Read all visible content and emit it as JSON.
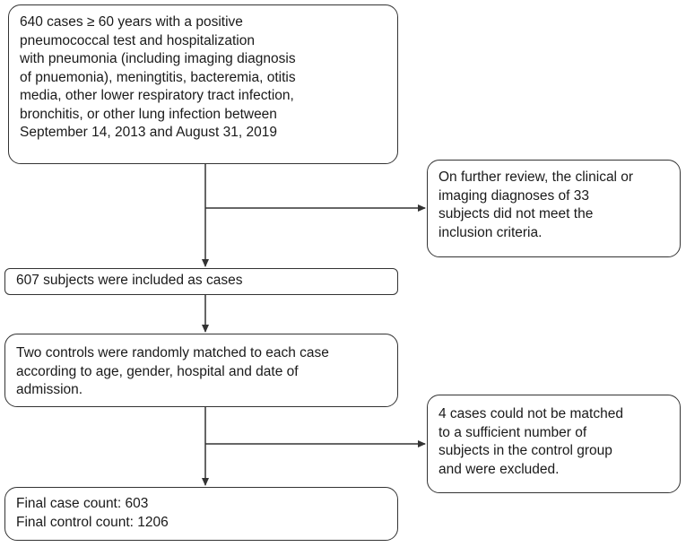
{
  "diagram": {
    "nodes": {
      "initial_cases": {
        "lines": [
          "640 cases ≥ 60 years with a positive",
          "pneumococcal test and hospitalization",
          "with pneumonia (including imaging diagnosis",
          "of pnuemonia), meningtitis, bacteremia, otitis",
          "media, other lower respiratory tract infection,",
          "bronchitis, or other lung infection between",
          "September 14, 2013 and August 31, 2019"
        ]
      },
      "excluded_review": {
        "lines": [
          "On further review, the clinical or",
          "imaging diagnoses of 33",
          "subjects did not meet the",
          "inclusion criteria."
        ]
      },
      "included_cases": {
        "lines": [
          "607 subjects were included as cases"
        ]
      },
      "matching": {
        "lines": [
          "Two controls were randomly matched to each case",
          "according to age, gender, hospital and date of",
          "admission."
        ]
      },
      "excluded_unmatched": {
        "lines": [
          "4 cases could not be matched",
          "to a sufficient number of",
          "subjects in the control group",
          "and were excluded."
        ]
      },
      "final_counts": {
        "lines": [
          "Final case count: 603",
          "Final control count: 1206"
        ]
      }
    },
    "edges": [
      {
        "from": "initial_cases",
        "to": "included_cases"
      },
      {
        "from": "initial_cases",
        "to": "excluded_review"
      },
      {
        "from": "included_cases",
        "to": "matching"
      },
      {
        "from": "matching",
        "to": "final_counts"
      },
      {
        "from": "matching",
        "to": "excluded_unmatched"
      }
    ],
    "colors": {
      "stroke": "#333333",
      "text": "#1a1a1a",
      "background": "#ffffff"
    }
  }
}
